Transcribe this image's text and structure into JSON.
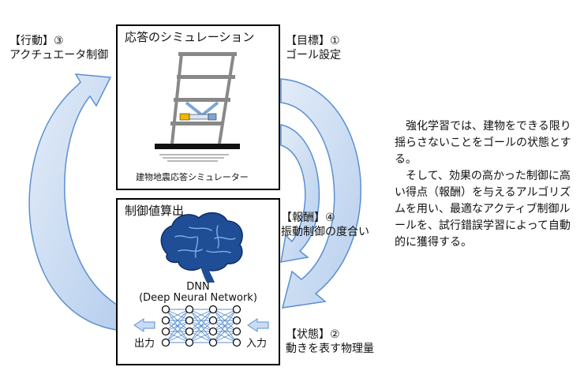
{
  "top_box": {
    "title": "応答のシミュレーション",
    "caption": "建物地震応答シミュレーター"
  },
  "bottom_box": {
    "title": "制御値算出",
    "dnn_name": "DNN",
    "dnn_full": "(Deep Neural Network)",
    "output_label": "出力",
    "input_label": "入力"
  },
  "labels": {
    "action_title": "【行動】③",
    "action_desc": "アクチュエータ制御",
    "goal_title": "【目標】①",
    "goal_desc": "ゴール設定",
    "reward_title": "【報酬】④",
    "reward_desc": "振動制御の度合い",
    "state_title": "【状態】②",
    "state_desc": "動きを表す物理量"
  },
  "explanation": [
    "強化学習では、建物をできる限り揺らさないことをゴールの状態とする。",
    "そして、効果の高かった制御に高い得点（報酬）を与えるアルゴリズムを用い、最適なアクティブ制御ルールを、試行錯誤学習によって自動的に獲得する。"
  ],
  "colors": {
    "arrow_fill": "#c9dcf3",
    "arrow_stroke": "#5b8fd0",
    "brain": "#1f4e96",
    "network_lines": "#5b8fd0",
    "actuator": "#f2b800"
  },
  "icons": [
    "brain-icon",
    "left-arrow-icon",
    "building-model-icon"
  ]
}
